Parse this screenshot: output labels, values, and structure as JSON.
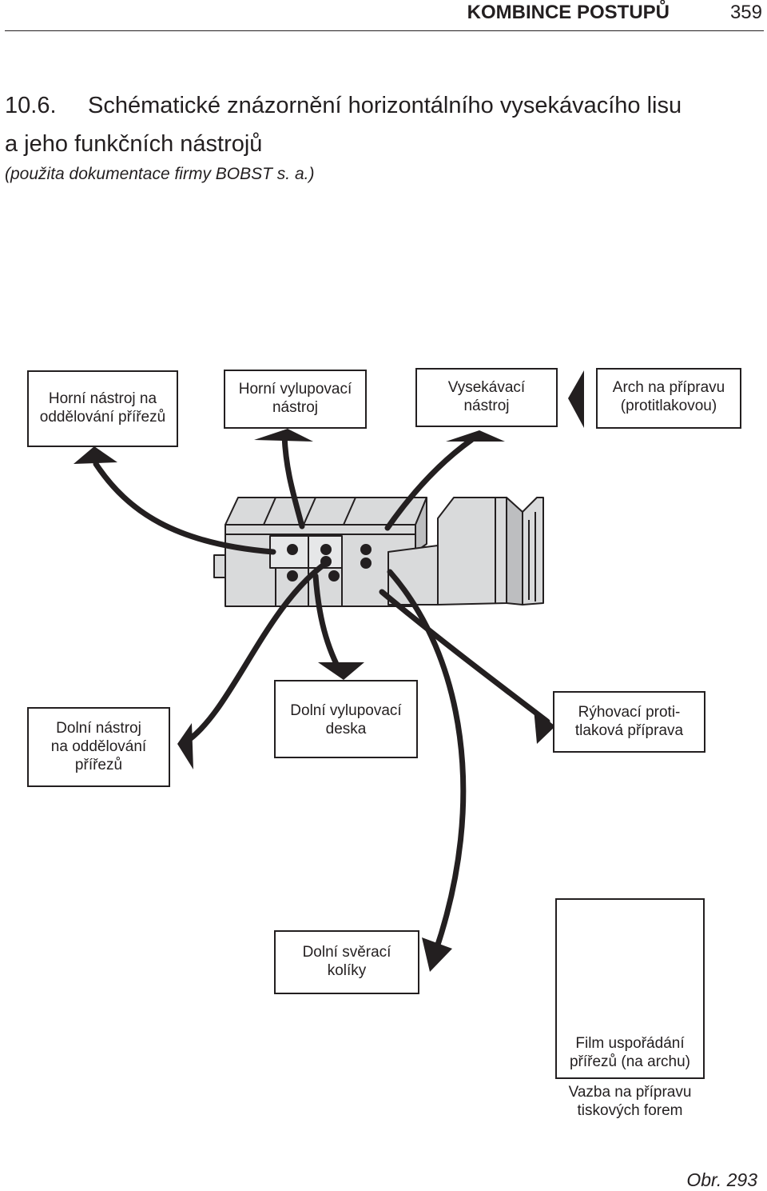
{
  "header": {
    "title": "KOMBINCE POSTUPŮ",
    "page": "359"
  },
  "section": {
    "number": "10.6.",
    "title_line1": "Schématické znázornění horizontálního vysekávacího lisu",
    "title_line2": "a jeho funkčních nástrojů",
    "subtitle": "(použita dokumentace firmy BOBST s. a.)"
  },
  "labels": {
    "upper_separation": [
      "Horní nástroj na",
      "oddělování přířezů"
    ],
    "upper_stripping": [
      "Horní vylupovací",
      "nástroj"
    ],
    "cutting_tool": [
      "Vysekávací",
      "nástroj"
    ],
    "counter_sheet": [
      "Arch na přípravu",
      "(protitlakovou)"
    ],
    "lower_separation": [
      "Dolní nástroj",
      "na oddělování",
      "přířezů"
    ],
    "lower_stripping_board": [
      "Dolní vylupovací",
      "deska"
    ],
    "creasing_counter": [
      "Rýhovací proti-",
      "tlaková příprava"
    ],
    "lower_clamp_pins": [
      "Dolní svěrací",
      "kolíky"
    ],
    "film_layout": [
      "Film uspořádání",
      "přířezů (na archu)"
    ],
    "binding_note": [
      "Vazba na přípravu",
      "tiskových forem"
    ]
  },
  "figure_label": "Obr. 293",
  "colors": {
    "ink": "#231f20",
    "machine_fill": "#d9dadb"
  }
}
